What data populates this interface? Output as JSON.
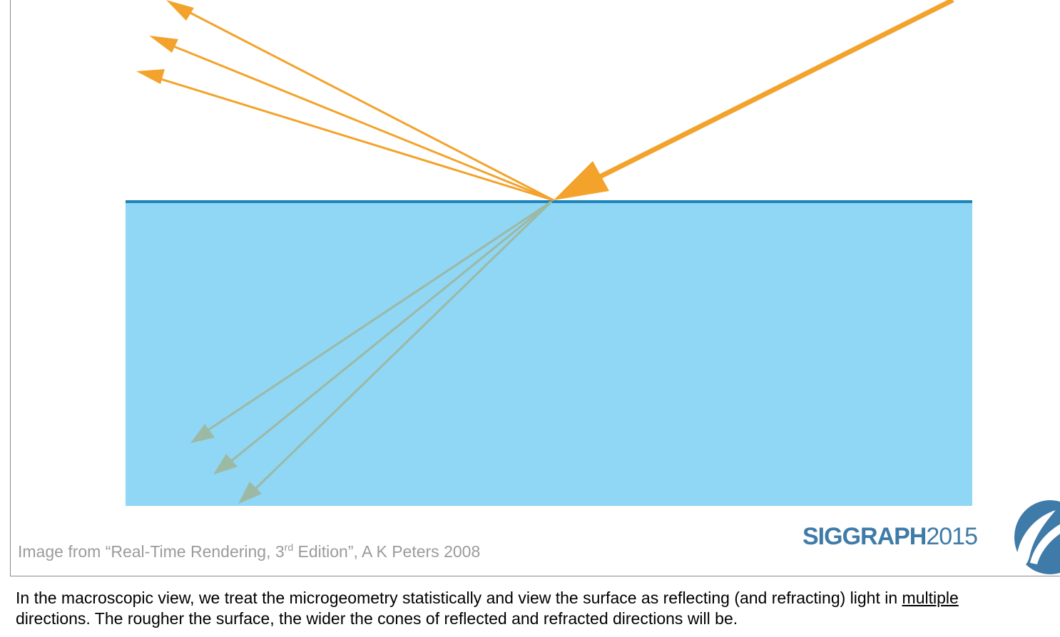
{
  "slide": {
    "credit": {
      "prefix": "Image from “Real-Time Rendering, 3",
      "superscript": "rd",
      "suffix": " Edition”, A K Peters 2008"
    },
    "logo": {
      "word": "SIGGRAPH",
      "year": "2015",
      "color": "#3f7ba8"
    }
  },
  "diagram": {
    "colors": {
      "medium_fill": "#90d6f5",
      "surface_line": "#1b84b8",
      "incident_and_reflected": "#f3a32c",
      "refracted": "#9cb9a3"
    },
    "incident_ray_count": 1,
    "reflected_ray_count": 3,
    "refracted_ray_count": 3
  },
  "notes": {
    "line1_before": "In the macroscopic view, we treat the microgeometry statistically and view the surface as reflecting (and refracting) light in ",
    "line1_underlined": "multiple",
    "line2": "directions. The rougher the surface, the wider the cones of reflected and refracted directions will be."
  }
}
